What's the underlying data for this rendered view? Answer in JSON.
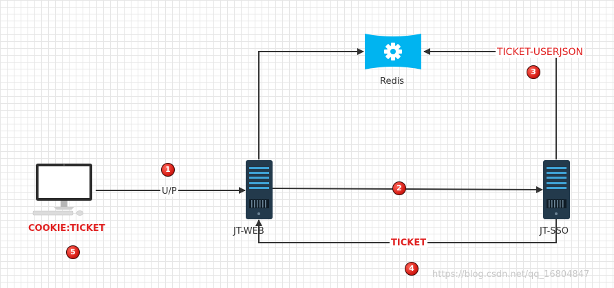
{
  "nodes": {
    "redis": "Redis",
    "jt_web": "JT-WEB",
    "jt_sso": "JT-SSO",
    "client_cookie": "COOKIE:TICKET"
  },
  "edges": {
    "up": "U/P",
    "ticket_userjson": "TICKET-USERJSON",
    "ticket": "TICKET"
  },
  "steps": [
    "1",
    "2",
    "3",
    "4",
    "5"
  ],
  "watermark": "https://blog.csdn.net/qq_16804847",
  "colors": {
    "arrow": "#333333",
    "label_red": "#e02020",
    "redis": "#00b4f0",
    "server": "#233a4c",
    "badge": "#d81e16"
  }
}
